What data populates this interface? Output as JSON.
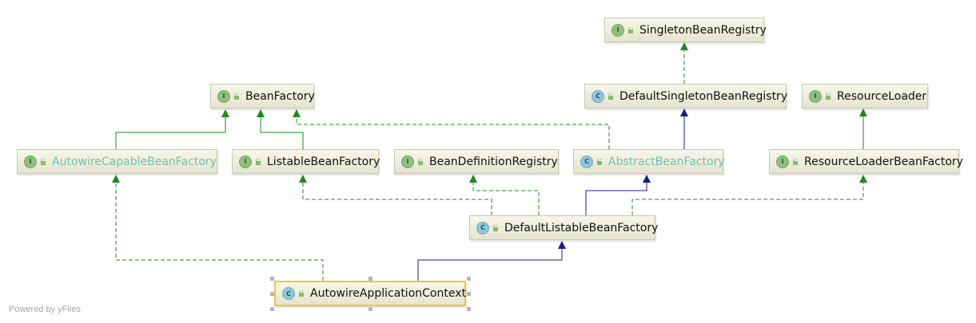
{
  "diagram": {
    "nodes": {
      "singleton_bean_registry": {
        "kind": "I",
        "label": "SingletonBeanRegistry"
      },
      "bean_factory": {
        "kind": "I",
        "label": "BeanFactory"
      },
      "default_singleton_bean_registry": {
        "kind": "C",
        "label": "DefaultSingletonBeanRegistry"
      },
      "resource_loader": {
        "kind": "I",
        "label": "ResourceLoader"
      },
      "autowire_capable_bean_factory": {
        "kind": "I",
        "label": "AutowireCapableBeanFactory"
      },
      "listable_bean_factory": {
        "kind": "I",
        "label": "ListableBeanFactory"
      },
      "bean_definition_registry": {
        "kind": "I",
        "label": "BeanDefinitionRegistry"
      },
      "abstract_bean_factory": {
        "kind": "C",
        "label": "AbstractBeanFactory"
      },
      "resource_loader_bean_factory": {
        "kind": "I",
        "label": "ResourceLoaderBeanFactory"
      },
      "default_listable_bean_factory": {
        "kind": "C",
        "label": "DefaultListableBeanFactory"
      },
      "autowire_application_context": {
        "kind": "C",
        "label": "AutowireApplicationContext"
      }
    },
    "edges": [
      {
        "from": "default_singleton_bean_registry",
        "to": "singleton_bean_registry",
        "type": "implements"
      },
      {
        "from": "abstract_bean_factory",
        "to": "default_singleton_bean_registry",
        "type": "extends"
      },
      {
        "from": "abstract_bean_factory",
        "to": "bean_factory",
        "type": "implements"
      },
      {
        "from": "autowire_capable_bean_factory",
        "to": "bean_factory",
        "type": "interface-extends"
      },
      {
        "from": "listable_bean_factory",
        "to": "bean_factory",
        "type": "interface-extends"
      },
      {
        "from": "resource_loader_bean_factory",
        "to": "resource_loader",
        "type": "interface-extends"
      },
      {
        "from": "default_listable_bean_factory",
        "to": "abstract_bean_factory",
        "type": "extends"
      },
      {
        "from": "default_listable_bean_factory",
        "to": "listable_bean_factory",
        "type": "implements"
      },
      {
        "from": "default_listable_bean_factory",
        "to": "bean_definition_registry",
        "type": "implements"
      },
      {
        "from": "default_listable_bean_factory",
        "to": "resource_loader_bean_factory",
        "type": "implements"
      },
      {
        "from": "autowire_application_context",
        "to": "default_listable_bean_factory",
        "type": "extends"
      },
      {
        "from": "autowire_application_context",
        "to": "autowire_capable_bean_factory",
        "type": "implements"
      }
    ],
    "colors": {
      "implements": "#1d8a1d",
      "interface-extends": "#1d8a1d",
      "extends": "#1b1b8c",
      "selected-border": "#f0c63a"
    },
    "icons": {
      "I": "interface-badge-icon",
      "C": "class-badge-icon",
      "lock": "public-lock-icon"
    }
  },
  "footer": "Powered by yFiles"
}
